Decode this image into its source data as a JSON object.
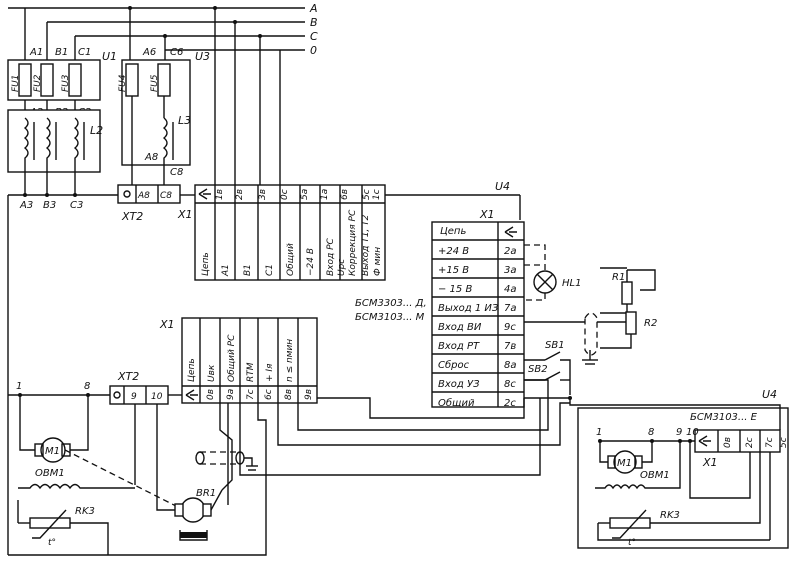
{
  "phases": [
    "A",
    "B",
    "C",
    "0"
  ],
  "u1": {
    "name": "U1",
    "top": [
      "A1",
      "B1",
      "C1"
    ],
    "fuses": [
      "FU1",
      "FU2",
      "FU3"
    ],
    "mid": [
      "A2",
      "B2",
      "C2"
    ],
    "coil": "L2",
    "bottom": [
      "A3",
      "B3",
      "C3"
    ]
  },
  "u3": {
    "name": "U3",
    "top": [
      "A6",
      "C6"
    ],
    "fuses": [
      "FU4",
      "FU5"
    ],
    "coil": "L3",
    "bottom": [
      "A8",
      "C8"
    ]
  },
  "xt2_top": {
    "name": "XT2",
    "pins": [
      "A8",
      "C8"
    ]
  },
  "x1_top": {
    "name": "X1",
    "pins": [
      "1в",
      "2в",
      "3в",
      "0с",
      "5а",
      "1а",
      "6в",
      "5с",
      "1с"
    ],
    "labels": [
      "Цепь",
      "А1",
      "В1",
      "С1",
      "Общий",
      "−24 В",
      "Вход РС",
      "Uрс",
      "Коррекция РС",
      "Выход Т1, Т2",
      "Ф мин"
    ]
  },
  "u4": {
    "name": "U4",
    "x1": "X1",
    "header_label": "Цепь",
    "rows": [
      {
        "label": "+24 В",
        "pin": "2а"
      },
      {
        "label": "+15 В",
        "pin": "3а"
      },
      {
        "label": "− 15 В",
        "pin": "4а"
      },
      {
        "label": "Выход 1 ИЗ",
        "pin": "7а"
      },
      {
        "label": "Вход ВИ",
        "pin": "9с"
      },
      {
        "label": "Вход РТ",
        "pin": "7в"
      },
      {
        "label": "Сброс",
        "pin": "8а"
      },
      {
        "label": "Вход УЗ",
        "pin": "8с"
      },
      {
        "label": "Общий",
        "pin": "2с"
      }
    ],
    "model1": "БСМ3303... Д,",
    "model2": "БСМ3103... М"
  },
  "hl1": "HL1",
  "r1": "R1",
  "r2": "R2",
  "sb1": "SB1",
  "sb2": "SB2",
  "x1_bot": {
    "name": "X1",
    "pins": [
      "0в",
      "9а",
      "7с",
      "6с",
      "8в",
      "9в"
    ],
    "labels": [
      "Цепь",
      "Uвк",
      "Общий РС",
      "RТМ",
      "+ Iя",
      "n ≤ nмин"
    ]
  },
  "xt2_bot": {
    "name": "XT2",
    "pins": [
      "9",
      "10"
    ]
  },
  "motor": {
    "node1": "1",
    "node8": "8",
    "m": "M1",
    "field": "ОВМ1"
  },
  "br1": "BR1",
  "rk3": {
    "name": "RK3",
    "t": "t°"
  },
  "u4b": {
    "name": "U4",
    "model": "БСМ3103... Е",
    "x1": "X1",
    "nodes": [
      "1",
      "8",
      "9",
      "10"
    ],
    "m": "M1",
    "field": "ОВМ1",
    "pins": [
      "0в",
      "2с",
      "7с",
      "5с"
    ],
    "rk3": "RK3",
    "t": "t°"
  }
}
